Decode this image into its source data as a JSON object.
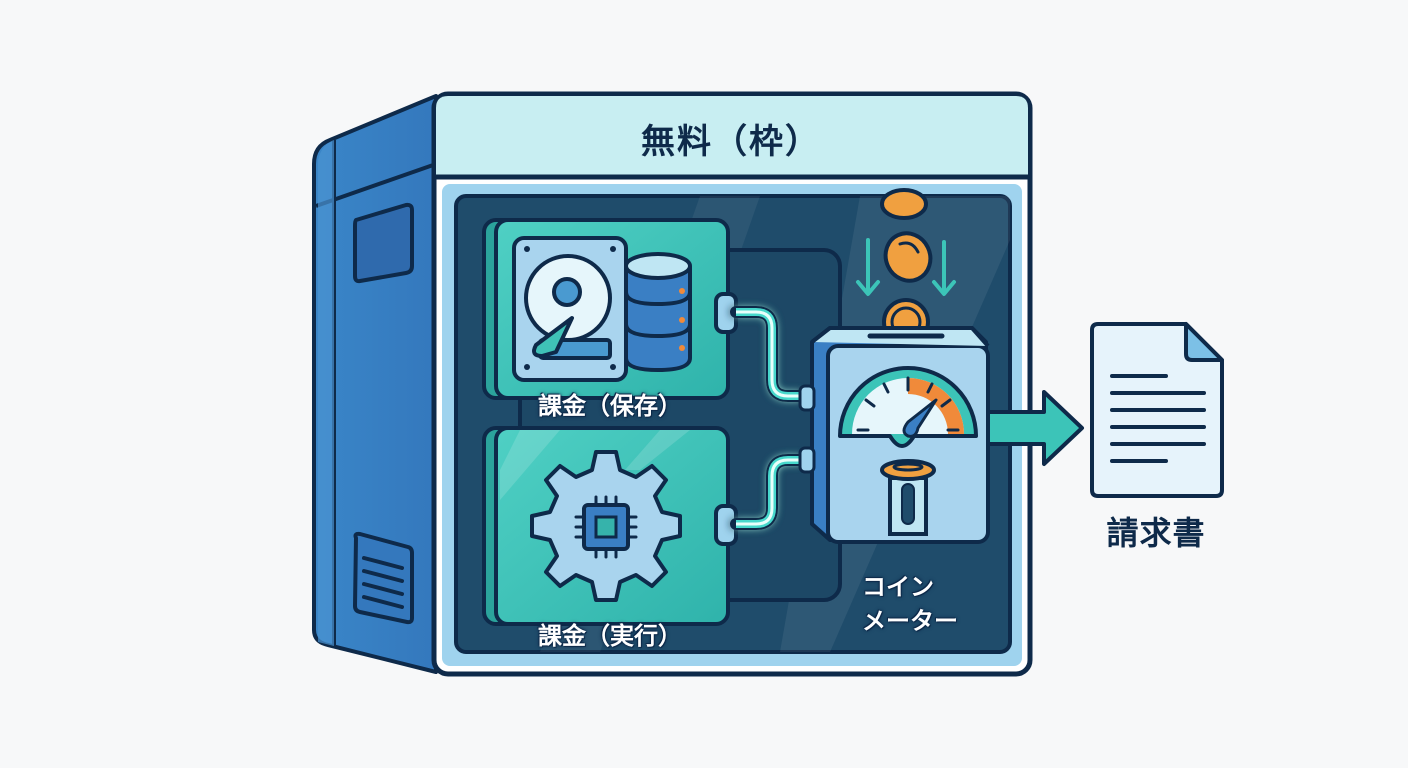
{
  "diagram": {
    "title": "無料（枠）",
    "panels": [
      {
        "id": "storage",
        "label": "課金（保存）",
        "icons": [
          "hard-disk-icon",
          "database-icon"
        ]
      },
      {
        "id": "execution",
        "label": "課金（実行）",
        "icons": [
          "gear-icon",
          "cpu-chip-icon"
        ]
      }
    ],
    "meter": {
      "label_line1": "コイン",
      "label_line2": "メーター",
      "icons": [
        "coin-icon",
        "gauge-icon",
        "down-arrow-icon"
      ]
    },
    "output": {
      "label": "請求書",
      "icon": "document-icon"
    },
    "colors": {
      "outline": "#0e2a4a",
      "cabinet_blue": "#3b7fc4",
      "title_bg": "#c8eef2",
      "inner_bg": "#1f4c6b",
      "panel_teal": "#36c0b6",
      "coin_orange": "#f0a040",
      "gauge_orange": "#f08a3a",
      "arrow_teal": "#3cc4b8",
      "doc_bg": "#e6f3fb"
    }
  }
}
